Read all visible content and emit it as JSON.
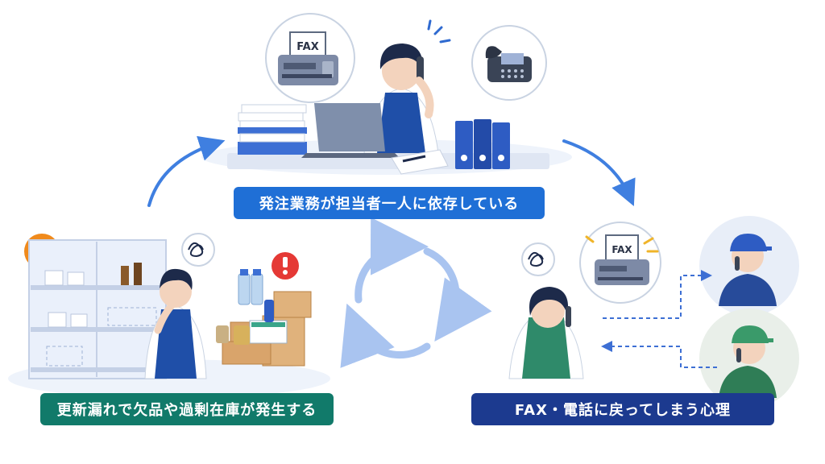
{
  "labels": {
    "top": "発注業務が担当者一人に依存している",
    "left": "更新漏れで欠品や過剰在庫が発生する",
    "right": "FAX・電話に戻ってしまう心理"
  },
  "icons": {
    "fax_top_text": "FAX",
    "fax_right_text": "FAX"
  },
  "colors": {
    "blue_label": "#1f6fd6",
    "teal_label": "#117a6a",
    "navy_label": "#1c3a8f",
    "alert_orange": "#f08a1c",
    "alert_red": "#e53935"
  }
}
